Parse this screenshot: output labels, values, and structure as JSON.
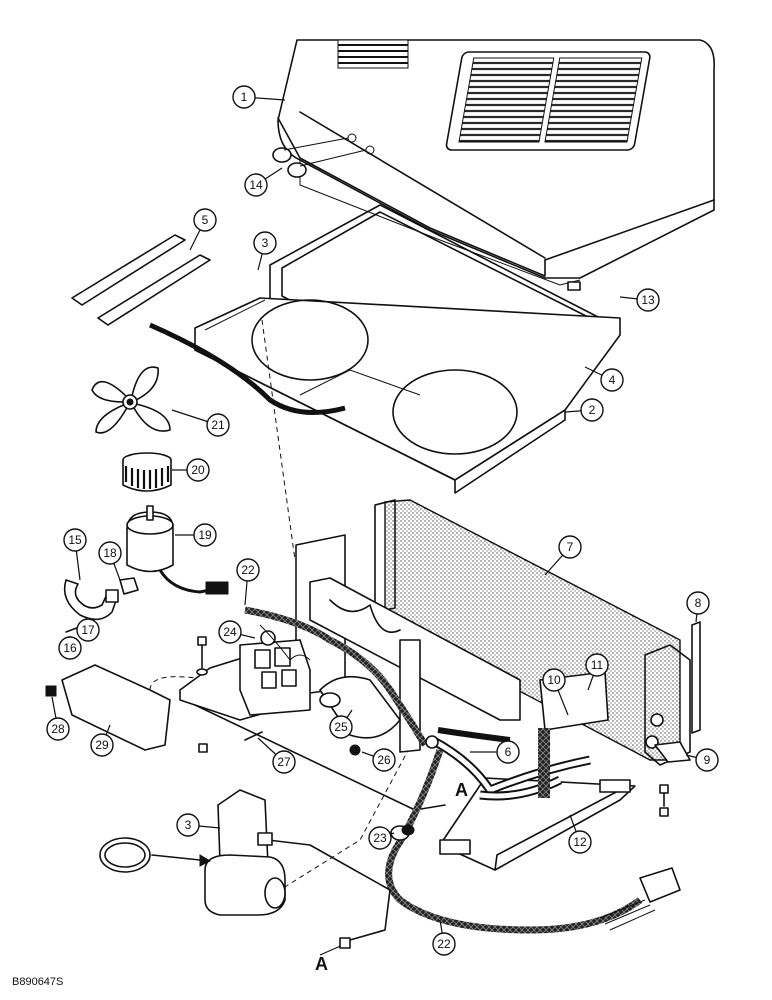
{
  "drawing_code": "B890647S",
  "view_markers": [
    "A",
    "A"
  ],
  "callouts": [
    "1",
    "14",
    "5",
    "3",
    "13",
    "4",
    "2",
    "21",
    "20",
    "19",
    "7",
    "15",
    "18",
    "22",
    "8",
    "17",
    "16",
    "24",
    "11",
    "10",
    "28",
    "29",
    "25",
    "6",
    "9",
    "27",
    "26",
    "3",
    "12",
    "23",
    "22"
  ]
}
